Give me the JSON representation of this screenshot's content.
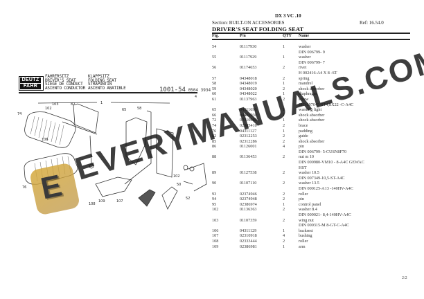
{
  "plate": {
    "brand_line1": "DEUTZ",
    "brand_line2": "FAHR",
    "col1": [
      "FAHRERSITZ",
      "DRIVER'S SEAT",
      "SIEGE DE CONDUCT",
      "ASIENTO CONDUCTOR"
    ],
    "col2": [
      "KLAPPSITZ",
      "FOLDING SEAT",
      "STRAPONTIN",
      "ASIENTO ABATIBLE"
    ],
    "code_big": "1001-54",
    "code_small": "0504 3934",
    "sub": "4",
    "assembly_label": "1"
  },
  "header": {
    "model": "DX 3 VC .10",
    "section": "Section: BUILT-ON ACCESSORIES",
    "ref": "Ref: 16.54.0",
    "title": "DRIVER'S SEAT FOLDING SEAT"
  },
  "table": {
    "columns": {
      "fig": "Fig.",
      "pn": "P/n",
      "qty": "QTY",
      "name": "Name"
    },
    "rows": [
      {
        "fig": "54",
        "pn": "01117930",
        "qty": "1",
        "name": [
          "washer",
          "DIN 006799- 9"
        ]
      },
      {
        "fig": "55",
        "pn": "01117929",
        "qty": "1",
        "name": [
          "washer",
          "DIN 006799- 7"
        ]
      },
      {
        "fig": "56",
        "pn": "01174653",
        "qty": "2",
        "name": [
          "rivet",
          "H 002416-A4 X 8 -ST"
        ]
      },
      {
        "fig": "57",
        "pn": "04348018",
        "qty": "2",
        "name": [
          "spring"
        ]
      },
      {
        "fig": "58",
        "pn": "04348019",
        "qty": "1",
        "name": [
          "mandrel"
        ]
      },
      {
        "fig": "59",
        "pn": "04348020",
        "qty": "2",
        "name": [
          "shock absorber"
        ]
      },
      {
        "fig": "60",
        "pn": "04348022",
        "qty": "1",
        "name": [
          "diaphragm"
        ]
      },
      {
        "fig": "61",
        "pn": "01137963",
        "qty": "2",
        "name": [
          "screw",
          "ISO 007045-ST4,8X22 -C-A4C"
        ]
      },
      {
        "fig": "65",
        "pn": "04311696",
        "qty": "1",
        "name": [
          "warning light"
        ]
      },
      {
        "fig": "66",
        "pn": "04401930",
        "qty": "1",
        "name": [
          "shock absorber"
        ]
      },
      {
        "fig": "72",
        "pn": "02310080",
        "qty": "1",
        "name": [
          "shock absorber"
        ]
      },
      {
        "fig": "74",
        "pn": "02385410",
        "qty": "2",
        "name": [
          "brace"
        ]
      },
      {
        "fig": "76",
        "pn": "04311127",
        "qty": "1",
        "name": [
          "padding"
        ]
      },
      {
        "fig": "82",
        "pn": "02312253",
        "qty": "2",
        "name": [
          "guide"
        ]
      },
      {
        "fig": "85",
        "pn": "02312286",
        "qty": "2",
        "name": [
          "shock absorber"
        ]
      },
      {
        "fig": "86",
        "pn": "01126001",
        "qty": "4",
        "name": [
          "pin",
          "DIN 006799- 5-CUSN8F70"
        ]
      },
      {
        "fig": "88",
        "pn": "01136453",
        "qty": "2",
        "name": [
          "nut m 10",
          "DIN 000980-VM10 - 8-A4C GEWAC",
          "HST"
        ]
      },
      {
        "fig": "89",
        "pn": "01127538",
        "qty": "2",
        "name": [
          "washer 10.5",
          "DIN 007349-10,5-ST-A4C"
        ]
      },
      {
        "fig": "90",
        "pn": "01107110",
        "qty": "2",
        "name": [
          "washer 13.5",
          "DIN 000125-A13 -140HV-A4C"
        ]
      },
      {
        "fig": "93",
        "pn": "02374946",
        "qty": "2",
        "name": [
          "roller"
        ]
      },
      {
        "fig": "94",
        "pn": "02374948",
        "qty": "2",
        "name": [
          "pin"
        ]
      },
      {
        "fig": "95",
        "pn": "02386974",
        "qty": "1",
        "name": [
          "control panel"
        ]
      },
      {
        "fig": "102",
        "pn": "01136363",
        "qty": "2",
        "name": [
          "washer 8.4",
          "DIN 009021- 8,4-140HV-A4C"
        ]
      },
      {
        "fig": "103",
        "pn": "01107359",
        "qty": "2",
        "name": [
          "wing nut",
          "DIN 000315-M 8-GT-C-A4C"
        ]
      },
      {
        "fig": "106",
        "pn": "04311129",
        "qty": "1",
        "name": [
          "backrest"
        ]
      },
      {
        "fig": "107",
        "pn": "02310918",
        "qty": "4",
        "name": [
          "bushing"
        ]
      },
      {
        "fig": "108",
        "pn": "02333444",
        "qty": "2",
        "name": [
          "roller"
        ]
      },
      {
        "fig": "109",
        "pn": "02386981",
        "qty": "1",
        "name": [
          "arm"
        ]
      }
    ]
  },
  "watermark": {
    "text": "EVERYMANUALS.COM",
    "badge_letter": "E"
  },
  "footer": {
    "page": "2/2"
  }
}
